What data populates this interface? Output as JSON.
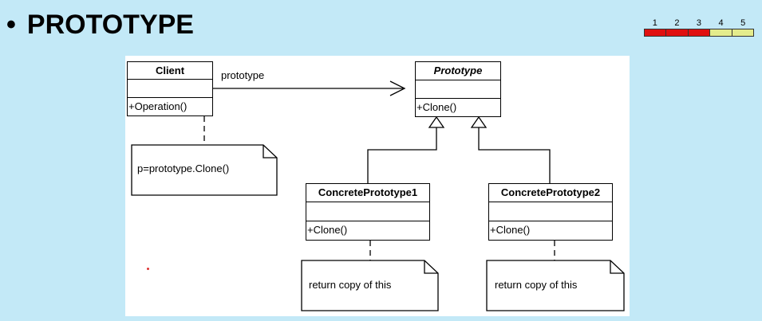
{
  "slide": {
    "bullet": "•",
    "title": "PROTOTYPE"
  },
  "rating": {
    "labels": [
      "1",
      "2",
      "3",
      "4",
      "5"
    ],
    "value": 3,
    "filled_color": "#e01010",
    "empty_color": "#e4ec8c"
  },
  "diagram": {
    "client": {
      "name": "Client",
      "operation": "+Operation()"
    },
    "association_label": "prototype",
    "prototype": {
      "name": "Prototype",
      "operation": "+Clone()"
    },
    "concrete1": {
      "name": "ConcretePrototype1",
      "operation": "+Clone()"
    },
    "concrete2": {
      "name": "ConcretePrototype2",
      "operation": "+Clone()"
    },
    "note_client": "p=prototype.Clone()",
    "note_c1": "return copy of this",
    "note_c2": "return copy of this"
  }
}
